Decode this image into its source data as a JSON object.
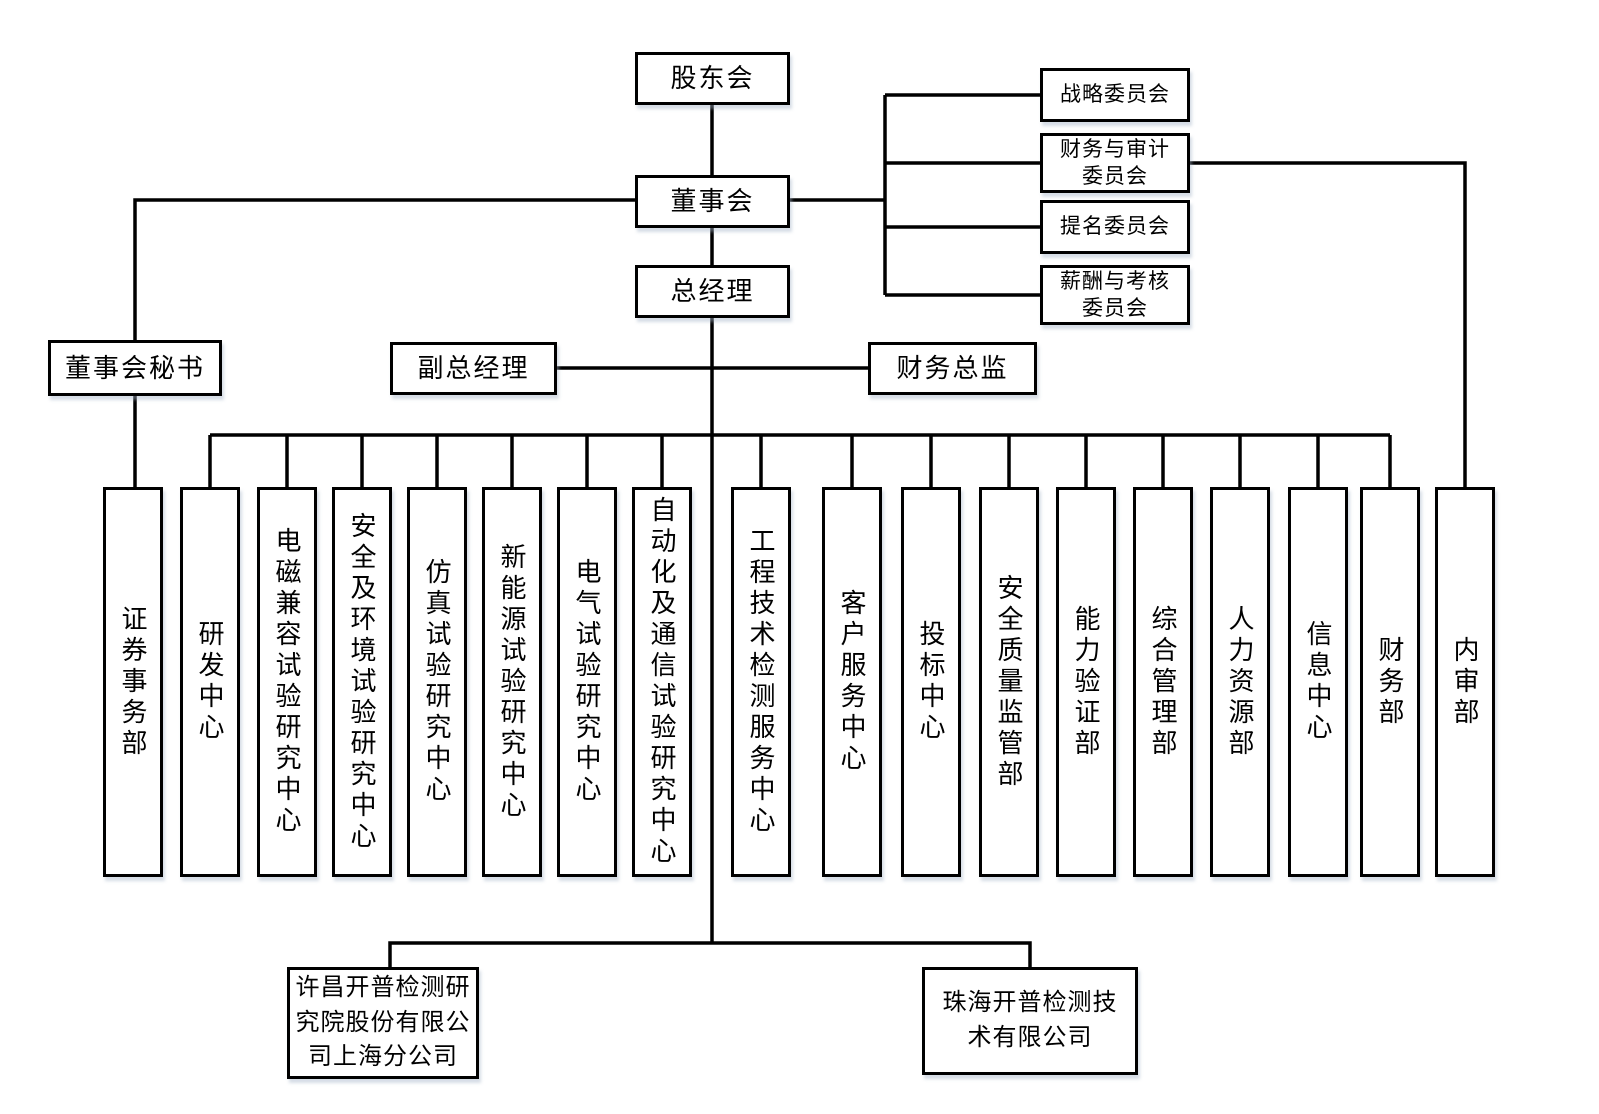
{
  "org": {
    "shareholders": {
      "label": "股东会"
    },
    "board": {
      "label": "董事会"
    },
    "general_manager": {
      "label": "总经理"
    },
    "board_secretary": {
      "label": "董事会秘书"
    },
    "deputy_gm": {
      "label": "副总经理"
    },
    "cfo": {
      "label": "财务总监"
    },
    "committees": [
      {
        "label": "战略委员会"
      },
      {
        "label": "财务与审计委员会"
      },
      {
        "label": "提名委员会"
      },
      {
        "label": "薪酬与考核委员会"
      }
    ],
    "departments": [
      {
        "label": "证券事务部"
      },
      {
        "label": "研发中心"
      },
      {
        "label": "电磁兼容试验研究中心"
      },
      {
        "label": "安全及环境试验研究中心"
      },
      {
        "label": "仿真试验研究中心"
      },
      {
        "label": "新能源试验研究中心"
      },
      {
        "label": "电气试验研究中心"
      },
      {
        "label": "自动化及通信试验研究中心"
      },
      {
        "label": "工程技术检测服务中心"
      },
      {
        "label": "客户服务中心"
      },
      {
        "label": "投标中心"
      },
      {
        "label": "安全质量监管部"
      },
      {
        "label": "能力验证部"
      },
      {
        "label": "综合管理部"
      },
      {
        "label": "人力资源部"
      },
      {
        "label": "信息中心"
      },
      {
        "label": "财务部"
      },
      {
        "label": "内审部"
      }
    ],
    "subsidiaries": [
      {
        "label": "许昌开普检测研究院股份有限公司上海分公司"
      },
      {
        "label": "珠海开普检测技术有限公司"
      }
    ],
    "colors": {
      "line": "#000000",
      "box_border": "#000000",
      "background": "#ffffff",
      "shadow": "#a5b4c8"
    }
  }
}
